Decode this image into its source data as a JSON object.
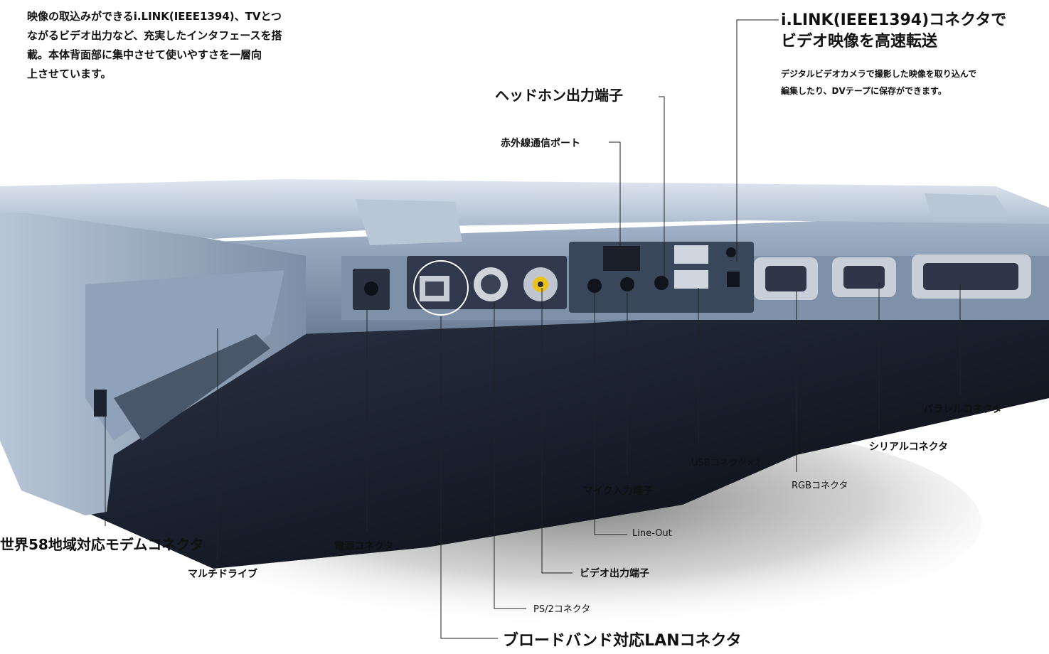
{
  "intro": {
    "line1": "映像の取込みができるi.LINK(IEEE1394)、TVとつ",
    "line2": "ながるビデオ出力など、充実したインタフェースを搭",
    "line3": "載。本体背面部に集中させて使いやすさを一層向",
    "line4": "上させています。"
  },
  "ilink": {
    "title1": "i.LINK(IEEE1394)コネクタで",
    "title2": "ビデオ映像を高速転送",
    "desc1": "デジタルビデオカメラで撮影した映像を取り込んで",
    "desc2": "編集したり、DVテープに保存ができます。"
  },
  "labels": {
    "headphone": "ヘッドホン出力端子",
    "infrared": "赤外線通信ポート",
    "parallel": "パラレルコネクタ",
    "serial": "シリアルコネクタ",
    "usb": "USBコネクタ×2",
    "rgb": "RGBコネクタ",
    "mic": "マイク入力端子",
    "line_out": "Line-Out",
    "modem": "世界58地域対応モデムコネクタ",
    "power": "電源コネクタ",
    "multidrive": "マルチドライブ",
    "video_out": "ビデオ出力端子",
    "ps2": "PS/2コネクタ",
    "lan": "ブロードバンド対応LANコネクタ"
  }
}
